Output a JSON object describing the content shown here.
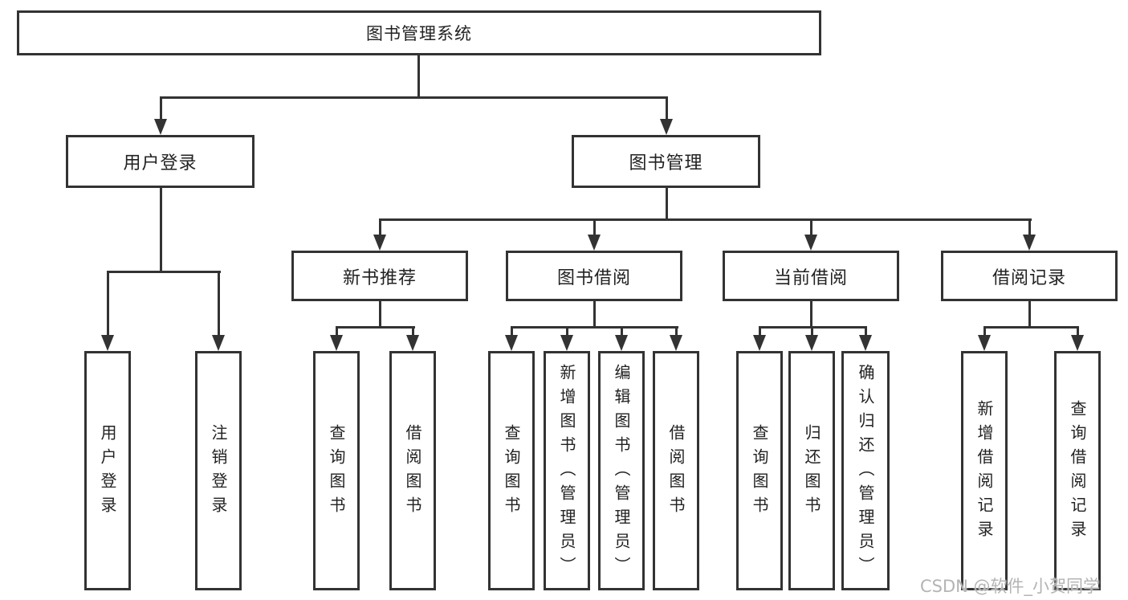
{
  "diagram": {
    "title": "图书管理系统",
    "branches": [
      {
        "label": "用户登录",
        "children": [
          {
            "label": "用户登录"
          },
          {
            "label": "注销登录"
          }
        ]
      },
      {
        "label": "图书管理",
        "children": [
          {
            "label": "新书推荐",
            "children": [
              {
                "label": "查询图书"
              },
              {
                "label": "借阅图书"
              }
            ]
          },
          {
            "label": "图书借阅",
            "children": [
              {
                "label": "查询图书"
              },
              {
                "label": "新增图书（管理员）"
              },
              {
                "label": "编辑图书（管理员）"
              },
              {
                "label": "借阅图书"
              }
            ]
          },
          {
            "label": "当前借阅",
            "children": [
              {
                "label": "查询图书"
              },
              {
                "label": "归还图书"
              },
              {
                "label": "确认归还（管理员）"
              }
            ]
          },
          {
            "label": "借阅记录",
            "children": [
              {
                "label": "新增借阅记录"
              },
              {
                "label": "查询借阅记录"
              }
            ]
          }
        ]
      }
    ]
  },
  "watermark": "CSDN @软件_小贺同学",
  "colors": {
    "line": "#333333",
    "text": "#222222",
    "watermark": "#b4b4b4",
    "background": "#ffffff"
  }
}
